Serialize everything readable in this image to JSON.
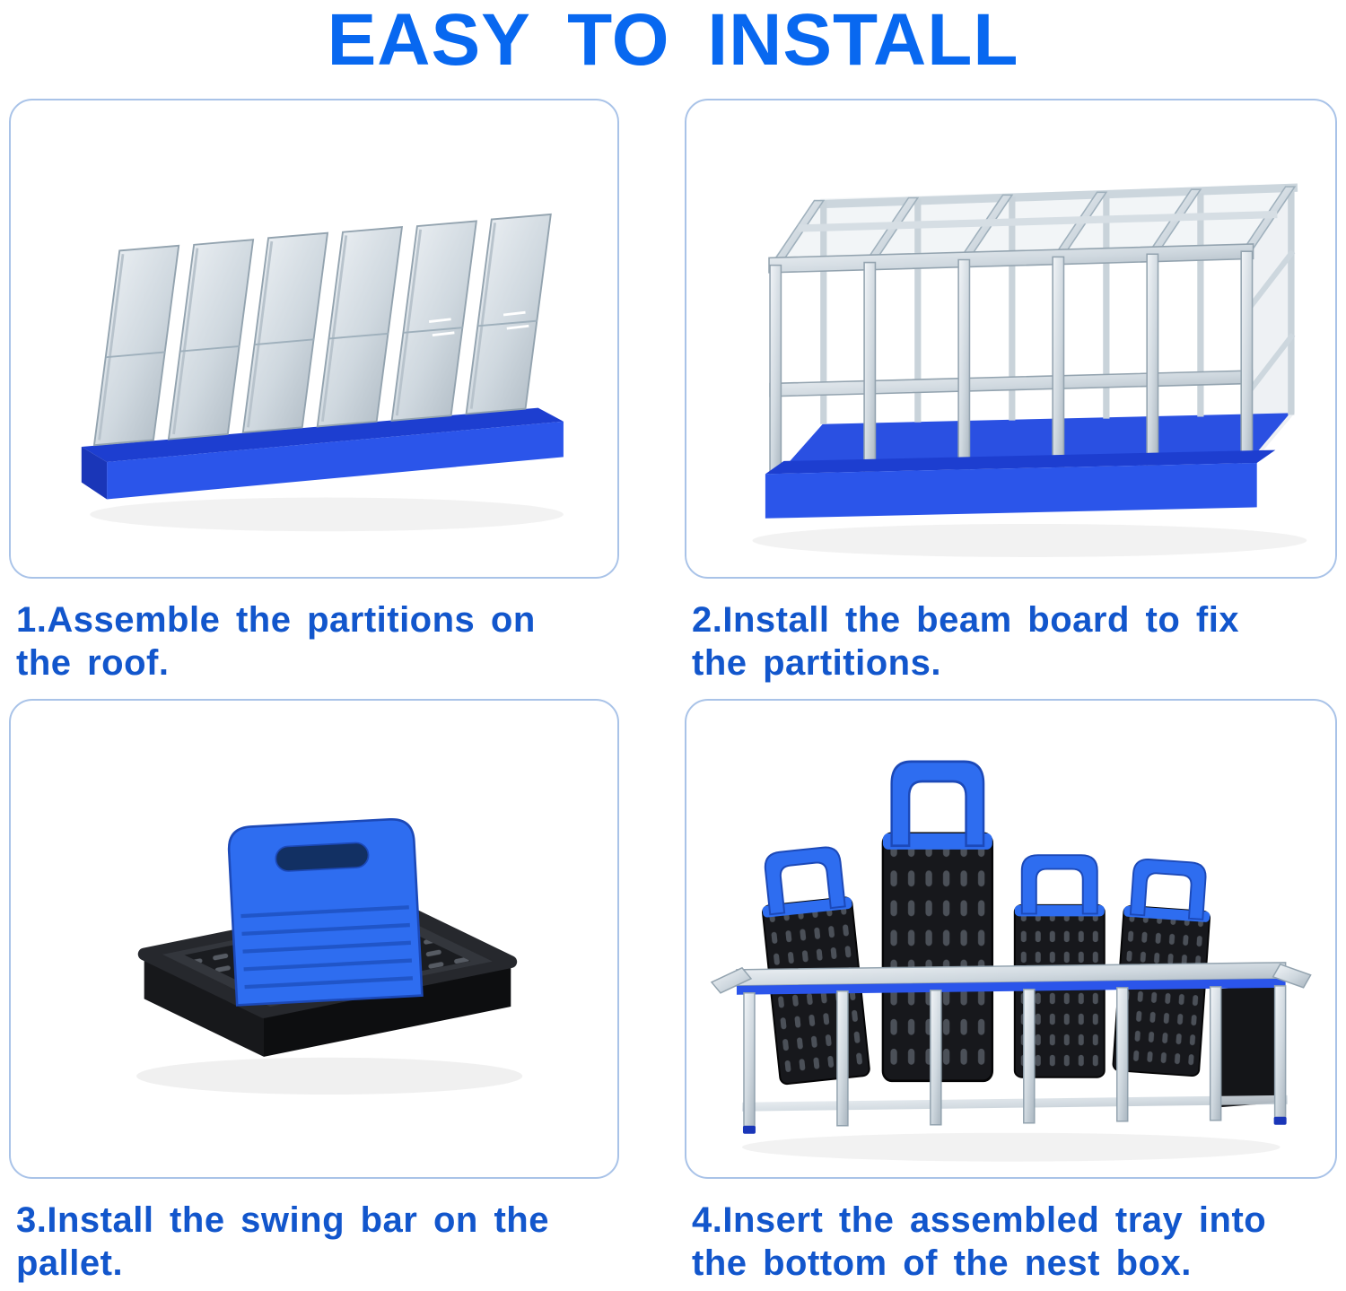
{
  "title": "EASY TO INSTALL",
  "steps": [
    {
      "id": 1,
      "illustration": "partitions-assembled-on-roof",
      "caption_lines": [
        "1.Assemble the partitions on",
        "the roof."
      ]
    },
    {
      "id": 2,
      "illustration": "beam-board-fixing-partitions",
      "caption_lines": [
        "2.Install the beam board to fix",
        "the partitions."
      ]
    },
    {
      "id": 3,
      "illustration": "swing-bar-on-pallet",
      "caption_lines": [
        "3.Install the swing bar on the",
        "pallet."
      ]
    },
    {
      "id": 4,
      "illustration": "tray-inserted-into-nest-box",
      "caption_lines": [
        "4.Insert the assembled tray into",
        "the bottom of the nest box."
      ]
    }
  ],
  "colors": {
    "title_blue": "#0868f0",
    "caption_blue": "#1256cc",
    "panel_border": "#a9c3e8",
    "product_base_blue": "#2b55ea",
    "product_base_blue_dark": "#1d3ed0",
    "handle_blue": "#2e6df0",
    "metal_gray": "#cfd8df",
    "tray_black": "#17181c"
  }
}
